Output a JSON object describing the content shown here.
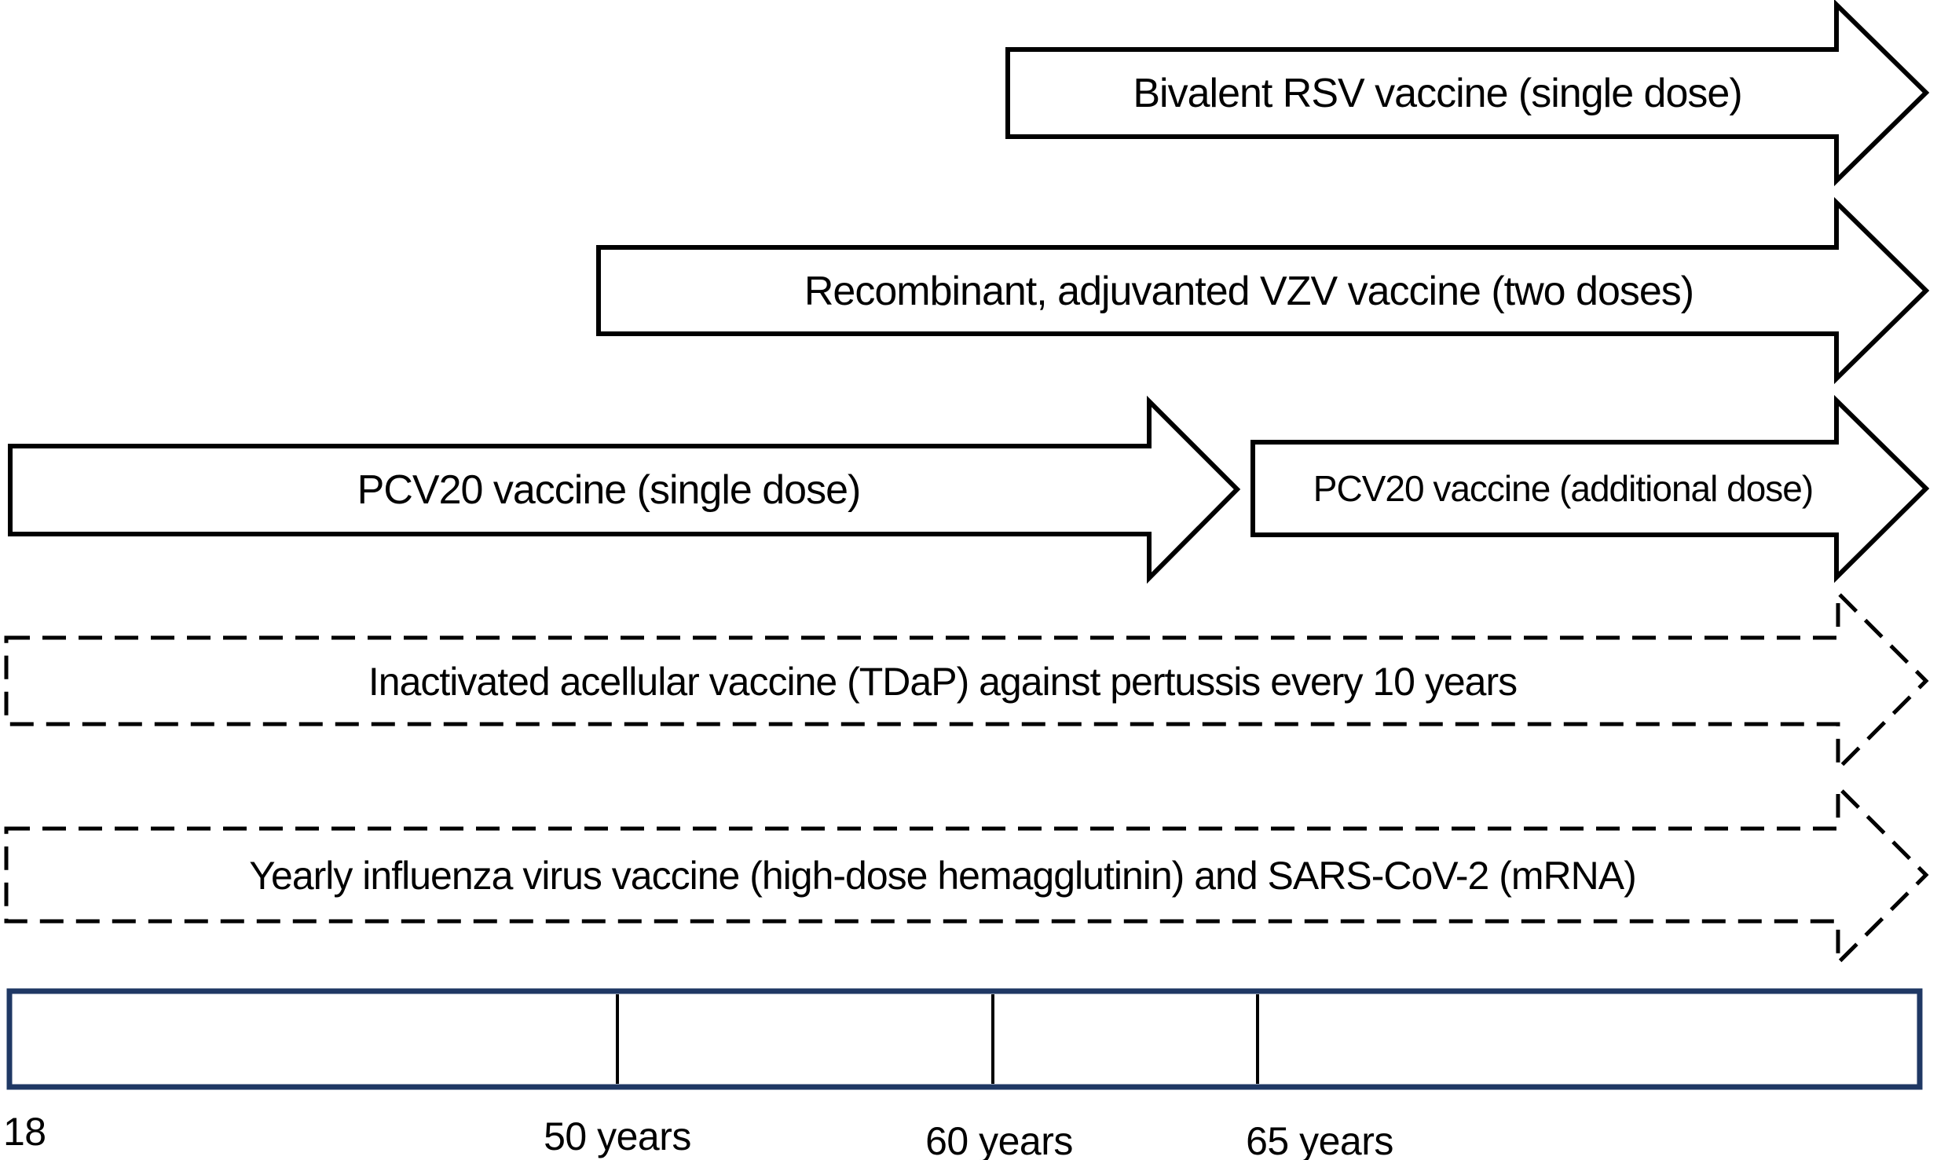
{
  "colors": {
    "arrow_outline": "#000000",
    "timeline_border": "#1f3864",
    "text": "#000000",
    "background": "#ffffff"
  },
  "arrows": {
    "rsv": {
      "label": "Bivalent RSV vaccine (single dose)",
      "style": "solid"
    },
    "vzv": {
      "label": "Recombinant, adjuvanted VZV vaccine (two doses)",
      "style": "solid"
    },
    "pcv20_single": {
      "label": "PCV20 vaccine (single dose)",
      "style": "solid"
    },
    "pcv20_additional": {
      "label": "PCV20 vaccine (additional dose)",
      "style": "solid"
    },
    "tdap": {
      "label": "Inactivated acellular vaccine (TDaP) against pertussis every 10 years",
      "style": "dashed"
    },
    "influenza_covid": {
      "label": "Yearly influenza virus vaccine (high-dose hemagglutinin) and SARS-CoV-2 (mRNA)",
      "style": "dashed"
    }
  },
  "timeline": {
    "start_label": "18",
    "tick_labels": [
      "50 years",
      "60 years",
      "65 years"
    ]
  }
}
